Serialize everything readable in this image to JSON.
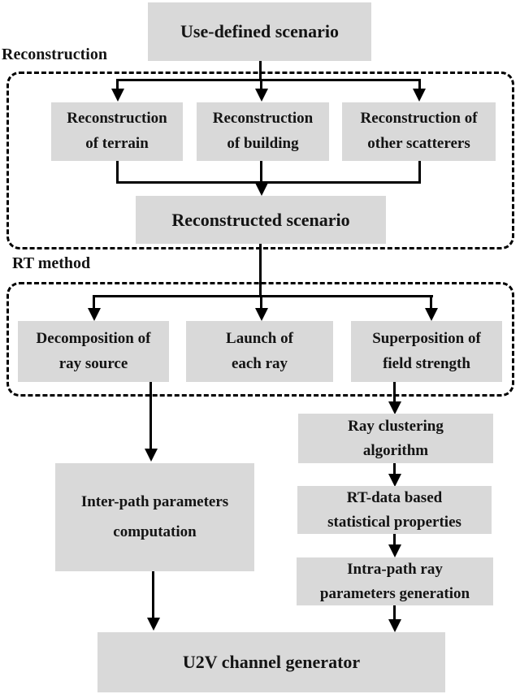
{
  "diagram": {
    "background": "#ffffff",
    "node_fill": "#d9d9d9",
    "line_color": "#000000",
    "sections": [
      {
        "id": "reconstruction",
        "label": "Reconstruction"
      },
      {
        "id": "rt-method",
        "label": "RT method"
      }
    ],
    "nodes": [
      {
        "id": "use-defined-scenario",
        "label": "Use-defined scenario",
        "lines": [
          "Use-defined scenario"
        ]
      },
      {
        "id": "reconstruction-of-terrain",
        "label": "Reconstruction of terrain",
        "lines": [
          "Reconstruction",
          "of terrain"
        ]
      },
      {
        "id": "reconstruction-of-building",
        "label": "Reconstruction of building",
        "lines": [
          "Reconstruction",
          "of building"
        ]
      },
      {
        "id": "reconstruction-of-other-scatterers",
        "label": "Reconstruction of other scatterers",
        "lines": [
          "Reconstruction of",
          "other scatterers"
        ]
      },
      {
        "id": "reconstructed-scenario",
        "label": "Reconstructed scenario",
        "lines": [
          "Reconstructed scenario"
        ]
      },
      {
        "id": "decomposition-of-ray-source",
        "label": "Decomposition of ray source",
        "lines": [
          "Decomposition of",
          "ray source"
        ]
      },
      {
        "id": "launch-of-each-ray",
        "label": "Launch of each ray",
        "lines": [
          "Launch of",
          "each ray"
        ]
      },
      {
        "id": "superposition-of-field-strength",
        "label": "Superposition of field strength",
        "lines": [
          "Superposition of",
          "field strength"
        ]
      },
      {
        "id": "inter-path-parameters-computation",
        "label": "Inter-path parameters computation",
        "lines": [
          "Inter-path parameters",
          "computation"
        ]
      },
      {
        "id": "ray-clustering-algorithm",
        "label": "Ray clustering algorithm",
        "lines": [
          "Ray clustering",
          "algorithm"
        ]
      },
      {
        "id": "rt-data-based-statistical-properties",
        "label": "RT-data based statistical properties",
        "lines": [
          "RT-data based",
          "statistical properties"
        ]
      },
      {
        "id": "intra-path-ray-parameters-generation",
        "label": "Intra-path ray parameters generation",
        "lines": [
          "Intra-path ray",
          "parameters generation"
        ]
      },
      {
        "id": "u2v-channel-generator",
        "label": "U2V channel generator",
        "lines": [
          "U2V channel generator"
        ]
      }
    ]
  }
}
